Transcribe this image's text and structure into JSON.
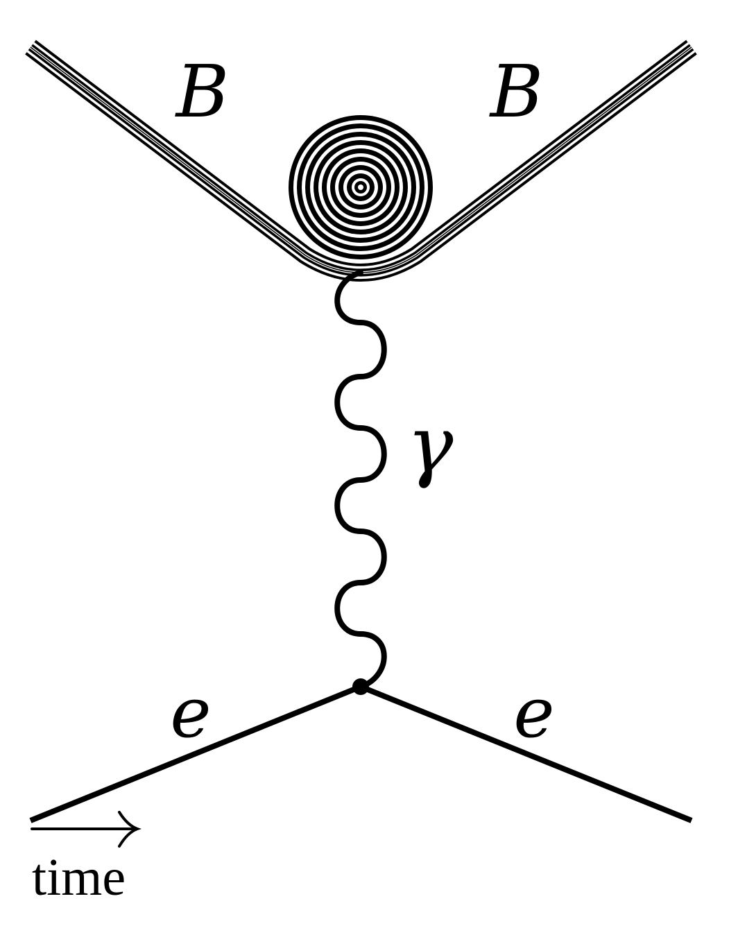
{
  "labels": {
    "particle_left_top": "B",
    "particle_right_top": "B",
    "photon": "γ",
    "electron_left": "e",
    "electron_right": "e",
    "time_axis": "time"
  },
  "colors": {
    "ink": "#000000",
    "background": "#ffffff"
  }
}
